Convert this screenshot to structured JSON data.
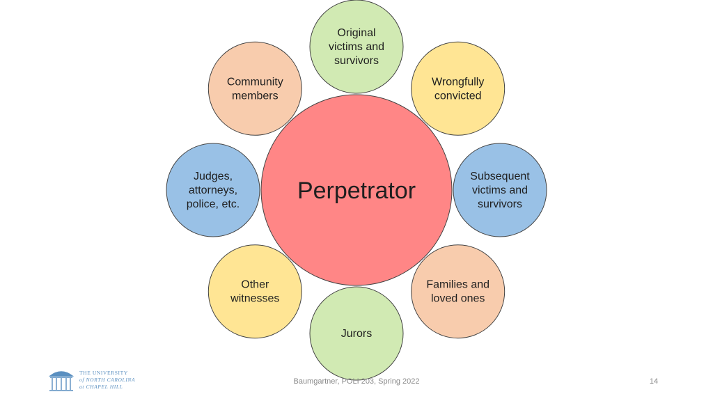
{
  "diagram": {
    "center": {
      "label": "Perpetrator",
      "color": "#ff7f7f"
    },
    "nodes": [
      {
        "id": "original-victims",
        "lines": [
          "Original",
          "victims and",
          "survivors"
        ],
        "color": "#c6e5a0"
      },
      {
        "id": "wrongfully-convicted",
        "lines": [
          "Wrongfully",
          "convicted"
        ],
        "color": "#ffdf79"
      },
      {
        "id": "subsequent-victims",
        "lines": [
          "Subsequent",
          "victims and",
          "survivors"
        ],
        "color": "#7fb2e0"
      },
      {
        "id": "families",
        "lines": [
          "Families and",
          "loved ones"
        ],
        "color": "#f6bf98"
      },
      {
        "id": "jurors",
        "lines": [
          "Jurors"
        ],
        "color": "#c6e5a0"
      },
      {
        "id": "other-witnesses",
        "lines": [
          "Other",
          "witnesses"
        ],
        "color": "#ffdf79"
      },
      {
        "id": "judges",
        "lines": [
          "Judges,",
          "attorneys,",
          "police, etc."
        ],
        "color": "#7fb2e0"
      },
      {
        "id": "community",
        "lines": [
          "Community",
          "members"
        ],
        "color": "#f6bf98"
      }
    ]
  },
  "footer": {
    "text": "Baumgartner, POLI 203, Spring 2022",
    "page_number": "14"
  },
  "logo": {
    "lines": [
      "THE UNIVERSITY",
      "of NORTH CAROLINA",
      "at CHAPEL HILL"
    ],
    "color": "#5a8fc0"
  }
}
